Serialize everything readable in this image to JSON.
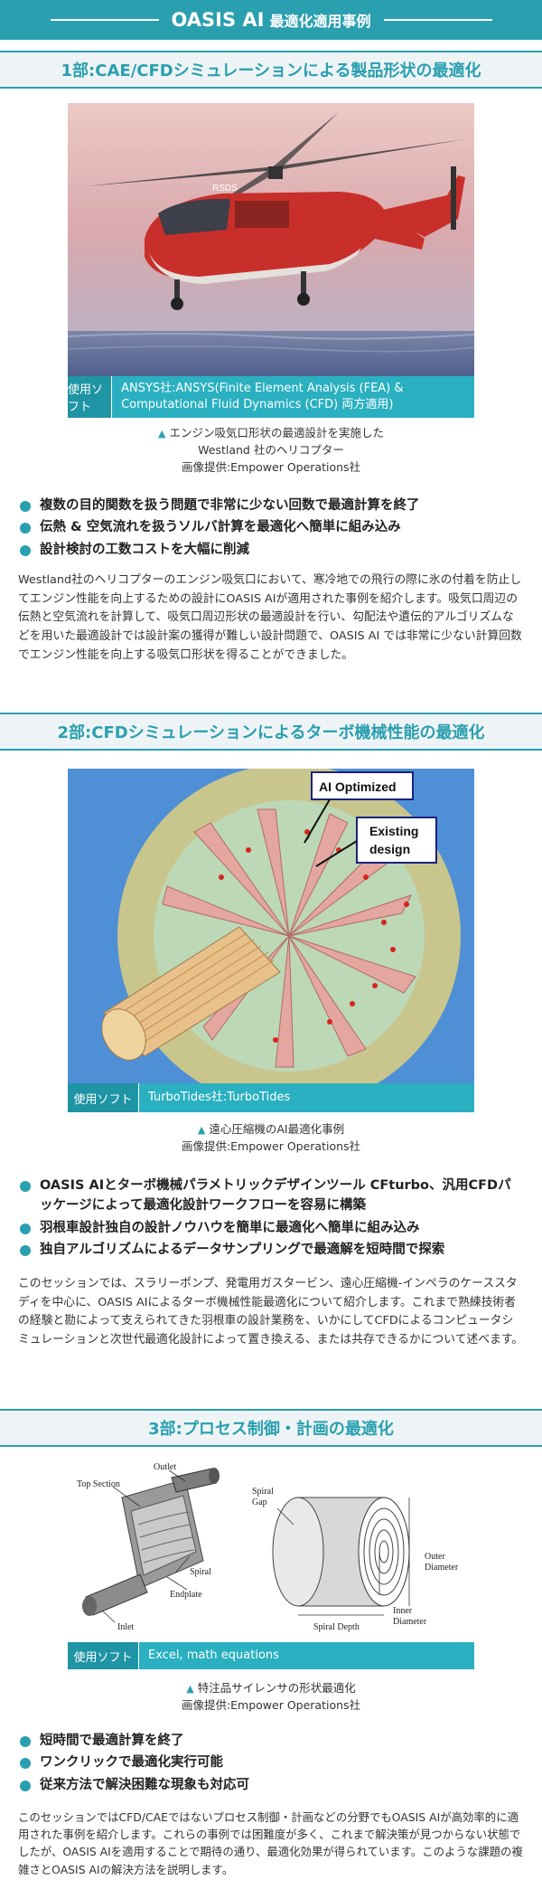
{
  "banner": {
    "title": "OASIS AI",
    "subtitle": "最適化適用事例"
  },
  "sections": [
    {
      "header": "1部:CAE/CFDシミュレーションによる製品形状の最適化",
      "software_label": "使用ソフト",
      "software": "ANSYS社:ANSYS(Finite Element Analysis (FEA) & Computational Fluid Dynamics (CFD) 両方適用)",
      "image_text": {
        "tail": "RSDS"
      },
      "caption": [
        "エンジン吸気口形状の最適設計を実施した",
        "Westland 社のヘリコプター",
        "画像提供:Empower Operations社"
      ],
      "bullets": [
        "複数の目的関数を扱う問題で非常に少ない回数で最適計算を終了",
        "伝熱 & 空気流れを扱うソルバ計算を最適化へ簡単に組み込み",
        "設計検討の工数コストを大幅に削減"
      ],
      "body": "Westland社のヘリコプターのエンジン吸気口において、寒冷地での飛行の際に氷の付着を防止してエンジン性能を向上するための設計にOASIS AIが適用された事例を紹介します。吸気口周辺の伝熱と空気流れを計算して、吸気口周辺形状の最適設計を行い、勾配法や遺伝的アルゴリズムなどを用いた最適設計では設計案の獲得が難しい設計問題で、OASIS AI では非常に少ない計算回数でエンジン性能を向上する吸気口形状を得ることができました。"
    },
    {
      "header": "2部:CFDシミュレーションによるターボ機械性能の最適化",
      "software_label": "使用ソフト",
      "software": "TurboTides社:TurboTides",
      "image_text": {
        "ai": "AI Optimized",
        "existing1": "Existing",
        "existing2": "design"
      },
      "caption": [
        "遠心圧縮機のAI最適化事例",
        "画像提供:Empower Operations社"
      ],
      "bullets": [
        "OASIS AIとターボ機械パラメトリックデザインツール CFturbo、汎用CFDパッケージによって最適化設計ワークフローを容易に構築",
        "羽根車設計独自の設計ノウハウを簡単に最適化へ簡単に組み込み",
        "独自アルゴリズムによるデータサンプリングで最適解を短時間で探索"
      ],
      "body": "このセッションでは、スラリーポンプ、発電用ガスタービン、遠心圧縮機-インペラのケーススタディを中心に、OASIS AIによるターボ機械性能最適化について紹介します。これまで熟練技術者の経験と勘によって支えられてきた羽根車の設計業務を、いかにしてCFDによるコンピュータシミュレーションと次世代最適化設計によって置き換える、または共存できるかについて述べます。"
    },
    {
      "header": "3部:プロセス制御・計画の最適化",
      "software_label": "使用ソフト",
      "software": "Excel, math equations",
      "image_text": {
        "top_section": "Top Section",
        "outlet": "Outlet",
        "spiral": "Spiral",
        "endplate": "Endplate",
        "inlet": "Inlet",
        "spiral_gap1": "Spiral",
        "spiral_gap2": "Gap",
        "outer1": "Outer",
        "outer2": "Diameter",
        "inner1": "Inner",
        "inner2": "Diameter",
        "spiral_depth": "Spiral Depth"
      },
      "caption": [
        "特注品サイレンサの形状最適化",
        "画像提供:Empower Operations社"
      ],
      "bullets": [
        "短時間で最適計算を終了",
        "ワンクリックで最適化実行可能",
        "従来方法で解決困難な現象も対応可"
      ],
      "body": "このセッションではCFD/CAEではないプロセス制御・計画などの分野でもOASIS AIが高効率的に適用された事例を紹介します。これらの事例では困難度が多く、これまで解決策が見つからない状態でしたが、OASIS AIを適用することで期待の通り、最適化効果が得られています。このような課題の複雑さとOASIS AIの解決方法を説明します。"
    }
  ],
  "colors": {
    "accent": "#2a9fb0",
    "softbar": "#2ab0c0"
  }
}
